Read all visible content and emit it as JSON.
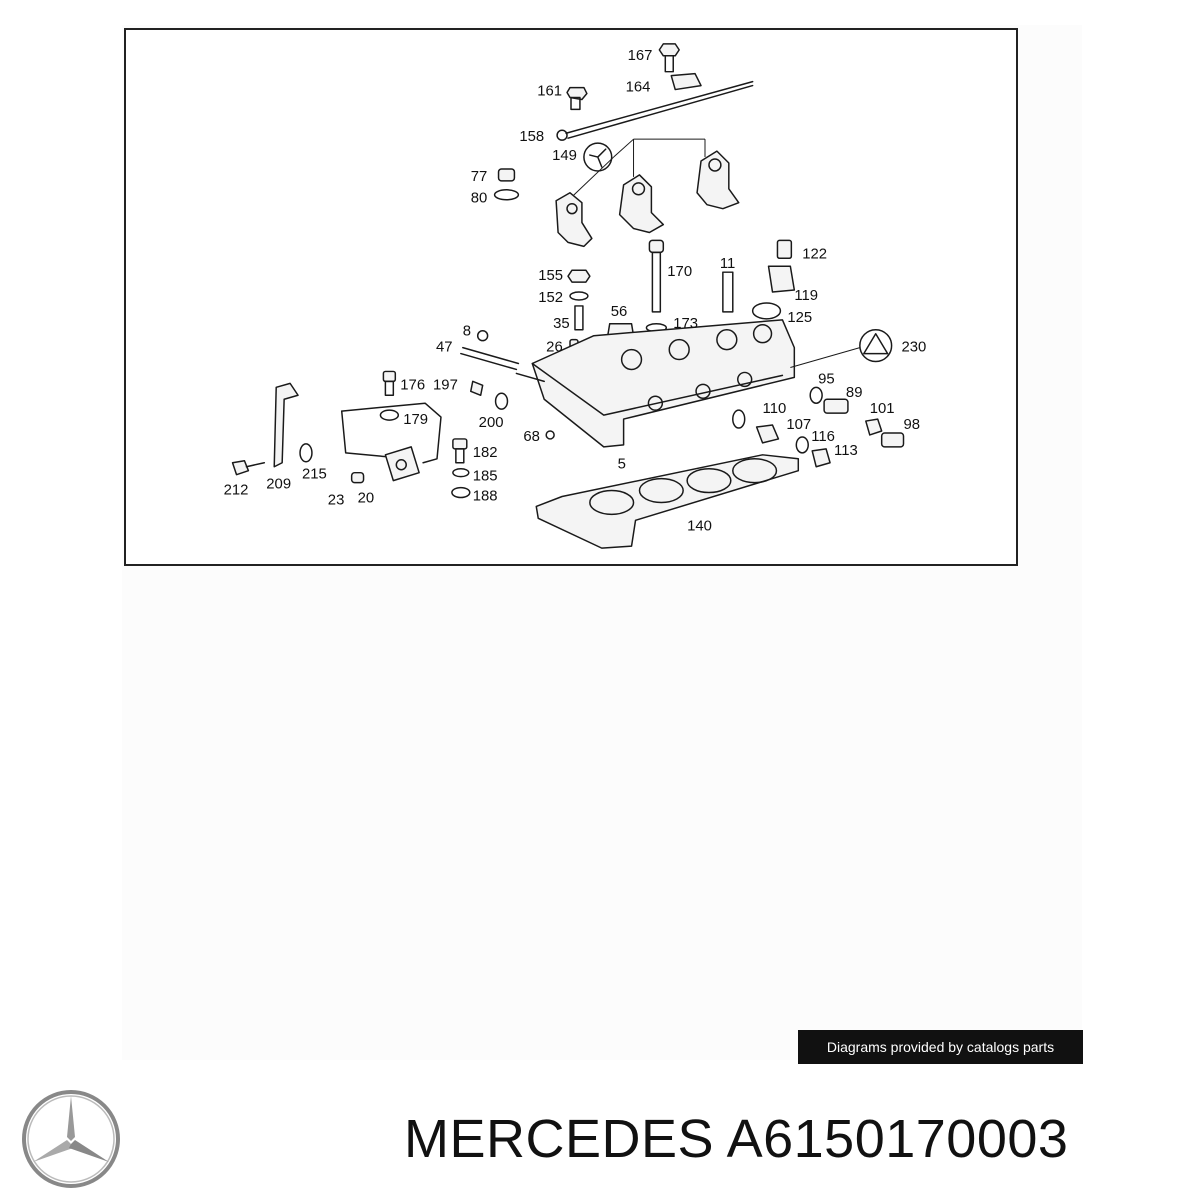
{
  "diagram": {
    "callouts": [
      "167",
      "164",
      "161",
      "158",
      "149",
      "77",
      "80",
      "155",
      "152",
      "35",
      "26",
      "56",
      "170",
      "173",
      "11",
      "122",
      "119",
      "125",
      "8",
      "47",
      "176",
      "197",
      "179",
      "200",
      "68",
      "230",
      "95",
      "89",
      "101",
      "98",
      "110",
      "107",
      "116",
      "113",
      "182",
      "185",
      "188",
      "212",
      "209",
      "215",
      "23",
      "20",
      "5",
      "140"
    ]
  },
  "footer": {
    "credit_text": "Diagrams provided by catalogs parts",
    "brand": "MERCEDES",
    "part_number": "A6150170003"
  },
  "icons": {
    "brand_logo": "mercedes-star-logo"
  },
  "colors": {
    "background": "#ffffff",
    "ink": "#111111",
    "credit_bg": "#111111"
  }
}
